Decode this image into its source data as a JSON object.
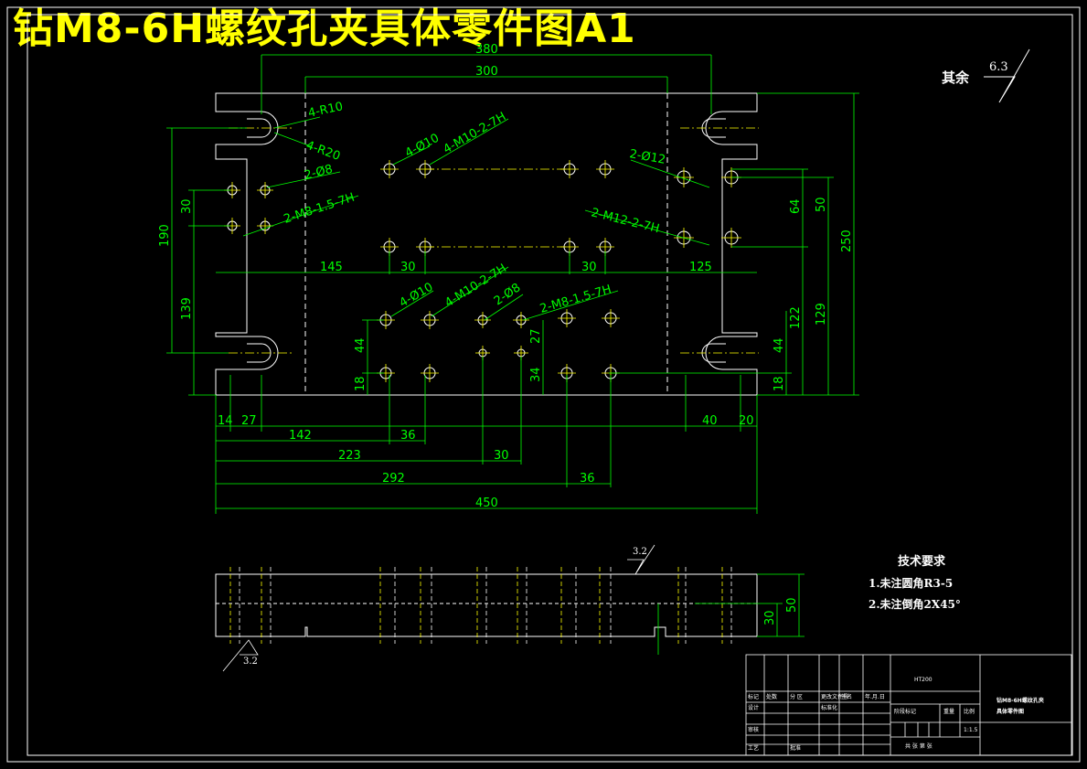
{
  "title": "钻M8-6H螺纹孔夹具体零件图A1",
  "roughness": {
    "label_rest": "其余",
    "value_rest": "6.3",
    "value_top": "3.2",
    "value_bottom": "3.2"
  },
  "tech_requirements": {
    "heading": "技术要求",
    "items": [
      "1.未注圆角R3-5",
      "2.未注倒角2X45°"
    ]
  },
  "callouts": {
    "r10": "4-R10",
    "r20": "4-R20",
    "d8_top": "2-Ø8",
    "m8_top": "2-M8-1.5-7H",
    "d10_top": "4-Ø10",
    "m10_top": "4-M10-2-7H",
    "d12": "2-Ø12",
    "m12": "2-M12-2-7H",
    "d10_bot": "4-Ø10",
    "m10_bot": "4-M10-2-7H",
    "d8_bot": "2-Ø8",
    "m8_bot": "2-M8-1.5-7H"
  },
  "dims": {
    "d380": "380",
    "d300": "300",
    "d190": "190",
    "d30_left": "30",
    "d139": "139",
    "d145": "145",
    "d30_a": "30",
    "d30_b": "30",
    "d125": "125",
    "d64": "64",
    "d50": "50",
    "d250": "250",
    "d122": "122",
    "d129": "129",
    "d44_left": "44",
    "d18_left": "18",
    "d27": "27",
    "d34": "34",
    "d44_right": "44",
    "d18_right": "18",
    "d14": "14",
    "d27_bottom": "27",
    "d40": "40",
    "d20": "20",
    "d142": "142",
    "d36_a": "36",
    "d223": "223",
    "d30_c": "30",
    "d292": "292",
    "d36_b": "36",
    "d450": "450",
    "d50_side": "50",
    "d30_side": "30"
  },
  "title_block": {
    "material": "HT200",
    "part_name": "钻M8-6H螺纹孔夹具体零件图",
    "scale": "1:1.5",
    "row_labels": [
      "标记",
      "处数",
      "分 区",
      "更改文件号",
      "签名",
      "年.月.日"
    ],
    "design": "设计",
    "standardization": "标准化",
    "stage_mark": "阶段标记",
    "weight": "重量",
    "ratio": "比例",
    "review": "审核",
    "process": "工艺",
    "approve": "批准",
    "sheets": "共  张  第  张"
  }
}
